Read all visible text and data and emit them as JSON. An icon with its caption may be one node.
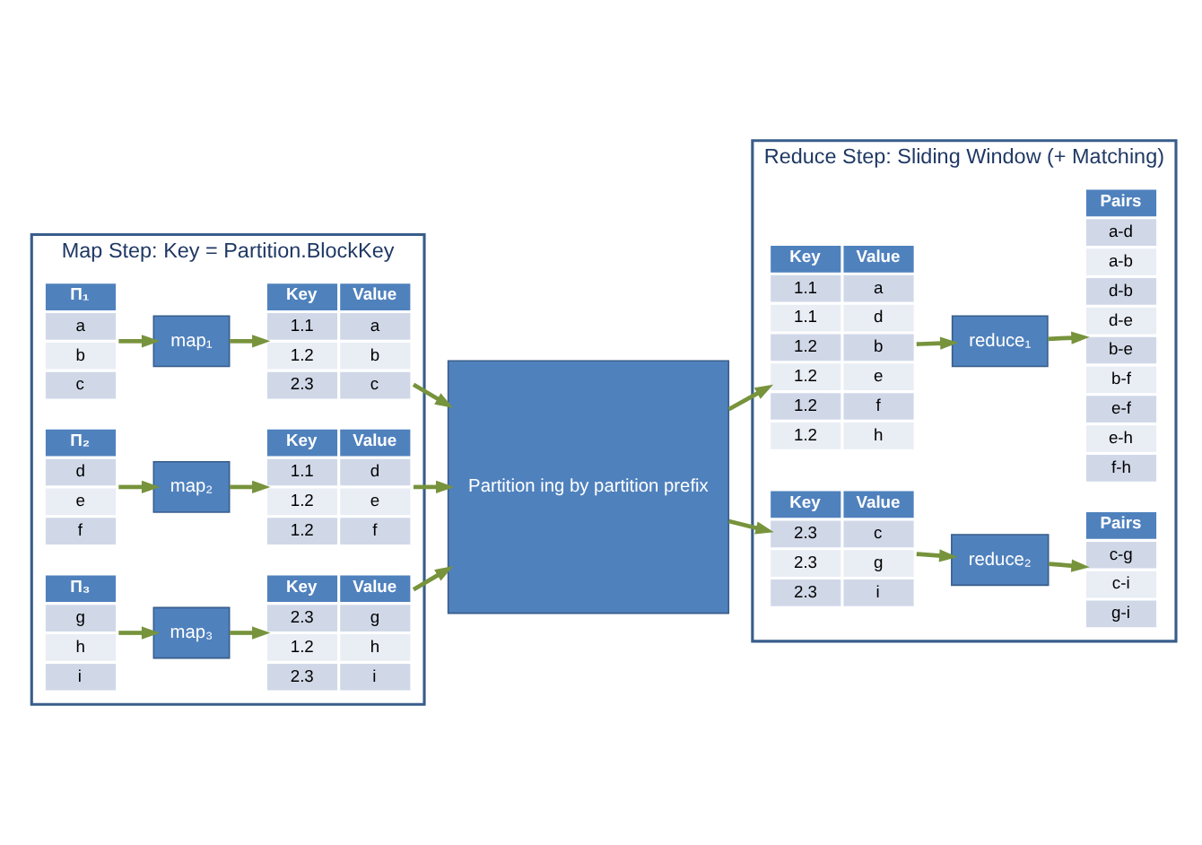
{
  "diagram": {
    "nodes": [
      {
        "text": [
          "Map Step: Key = Partition.BlockKey"
        ]
      },
      {
        "text": [
          "Π₁",
          "a",
          "b",
          "c"
        ],
        "in": 0
      },
      {
        "text": [
          "map₁"
        ],
        "in": 0
      },
      {
        "text": [
          "Key",
          "Value",
          "1.1",
          "a",
          "1.2",
          "b",
          "2.3",
          "c"
        ],
        "in": 0
      },
      {
        "text": [
          "Π₂",
          "d",
          "e",
          "f"
        ],
        "in": 0
      },
      {
        "text": [
          "map₂"
        ],
        "in": 0
      },
      {
        "text": [
          "Key",
          "Value",
          "1.1",
          "d",
          "1.2",
          "e",
          "1.2",
          "f"
        ],
        "in": 0
      },
      {
        "text": [
          "Π₃",
          "g",
          "h",
          "i"
        ],
        "in": 0
      },
      {
        "text": [
          "map₃"
        ],
        "in": 0
      },
      {
        "text": [
          "Key",
          "Value",
          "2.3",
          "g",
          "1.2",
          "h",
          "2.3",
          "i"
        ],
        "in": 0
      },
      {
        "text": [
          "Partition ing by partition prefix"
        ]
      },
      {
        "text": [
          "Reduce Step: Sliding Window (+ Matching)"
        ]
      },
      {
        "text": [
          "Key",
          "Value",
          "1.1",
          "a",
          "1.1",
          "d",
          "1.2",
          "b",
          "1.2",
          "e",
          "1.2",
          "f",
          "1.2",
          "h"
        ],
        "in": 11
      },
      {
        "text": [
          "reduce₁"
        ],
        "in": 11
      },
      {
        "text": [
          "Pairs",
          "a-d",
          "a-b",
          "d-b",
          "d-e",
          "b-e",
          "b-f",
          "e-f",
          "e-h",
          "f-h"
        ],
        "in": 11
      },
      {
        "text": [
          "Key",
          "Value",
          "2.3",
          "c",
          "2.3",
          "g",
          "2.3",
          "i"
        ],
        "in": 11
      },
      {
        "text": [
          "reduce₂"
        ],
        "in": 11
      },
      {
        "text": [
          "Pairs",
          "c-g",
          "c-i",
          "g-i"
        ],
        "in": 11
      }
    ],
    "edges": [
      {
        "from": 1,
        "to": 2,
        "arrow": "to"
      },
      {
        "from": 2,
        "to": 3,
        "arrow": "to"
      },
      {
        "from": 4,
        "to": 5,
        "arrow": "to"
      },
      {
        "from": 5,
        "to": 6,
        "arrow": "to"
      },
      {
        "from": 7,
        "to": 8,
        "arrow": "to"
      },
      {
        "from": 8,
        "to": 9,
        "arrow": "to"
      },
      {
        "from": 3,
        "to": 10,
        "arrow": "to"
      },
      {
        "from": 6,
        "to": 10,
        "arrow": "to"
      },
      {
        "from": 9,
        "to": 10,
        "arrow": "to"
      },
      {
        "from": 10,
        "to": 12,
        "arrow": "to"
      },
      {
        "from": 10,
        "to": 15,
        "arrow": "to"
      },
      {
        "from": 12,
        "to": 13,
        "arrow": "to"
      },
      {
        "from": 13,
        "to": 14,
        "arrow": "to"
      },
      {
        "from": 15,
        "to": 16,
        "arrow": "to"
      },
      {
        "from": 16,
        "to": 17,
        "arrow": "to"
      }
    ]
  }
}
